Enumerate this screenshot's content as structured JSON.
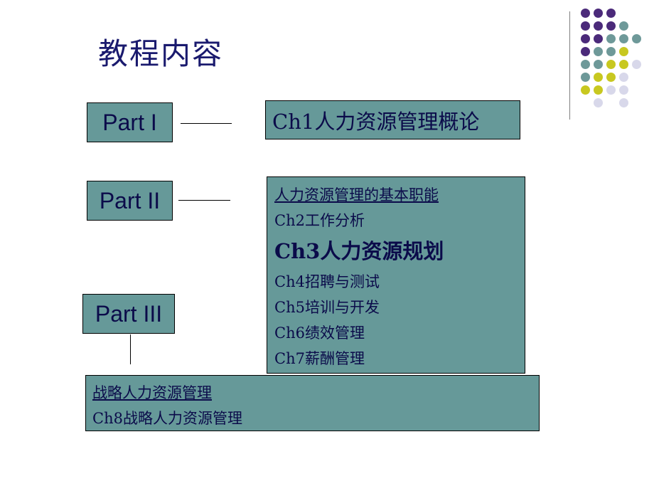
{
  "slide": {
    "title": "教程内容"
  },
  "parts": [
    {
      "label": "Part I"
    },
    {
      "label": "Part II"
    },
    {
      "label": "Part III"
    }
  ],
  "part1_box": {
    "text": "Ch1人力资源管理概论"
  },
  "part2_box": {
    "heading": "人力资源管理的基本职能",
    "items": [
      "Ch2工作分析",
      "Ch3人力资源规划",
      "Ch4招聘与测试",
      "Ch5培训与开发",
      "Ch6绩效管理",
      "Ch7薪酬管理"
    ],
    "highlighted_item": "Ch3人力资源规划"
  },
  "part3_box": {
    "heading": "战略人力资源管理",
    "item": "Ch8战略人力资源管理"
  },
  "colors": {
    "box_fill": "#669999",
    "text": "#0b0b4a",
    "title": "#1a1a6e",
    "dot_purple": "#4b2a7a",
    "dot_teal": "#6e9999",
    "dot_yellow": "#c8c820",
    "dot_lavender": "#d8d8ea"
  },
  "decoration": {
    "dot_grid": [
      [
        "purple",
        "purple",
        "purple",
        "",
        ""
      ],
      [
        "purple",
        "purple",
        "purple",
        "teal",
        ""
      ],
      [
        "purple",
        "purple",
        "teal",
        "teal",
        "teal"
      ],
      [
        "purple",
        "teal",
        "teal",
        "yellow",
        ""
      ],
      [
        "teal",
        "teal",
        "yellow",
        "yellow",
        "lavender"
      ],
      [
        "teal",
        "yellow",
        "yellow",
        "lavender",
        ""
      ],
      [
        "yellow",
        "yellow",
        "lavender",
        "lavender",
        ""
      ],
      [
        "",
        "lavender",
        "",
        "lavender",
        ""
      ]
    ]
  }
}
